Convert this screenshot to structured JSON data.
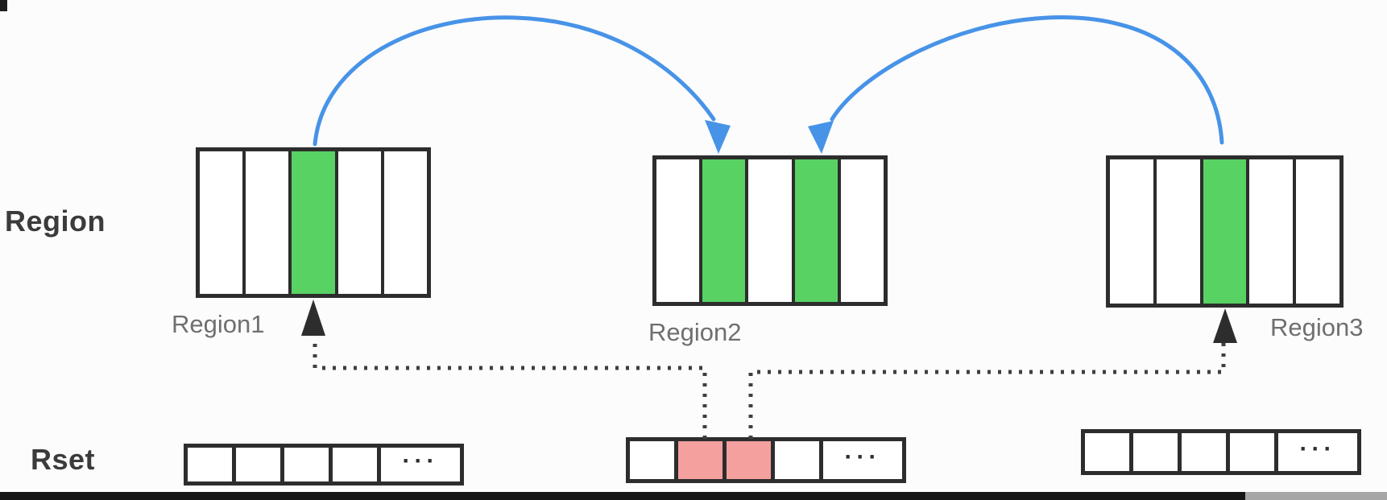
{
  "labels": {
    "region_axis": "Region",
    "rset_axis": "Rset"
  },
  "glyphs": {
    "ellipsis": "···"
  },
  "regions": [
    {
      "label": "Region1",
      "cells": [
        "empty",
        "empty",
        "live",
        "empty",
        "empty"
      ]
    },
    {
      "label": "Region2",
      "cells": [
        "empty",
        "live",
        "empty",
        "live",
        "empty"
      ]
    },
    {
      "label": "Region3",
      "cells": [
        "empty",
        "empty",
        "live",
        "empty",
        "empty"
      ]
    }
  ],
  "rsets": [
    {
      "owner": "Region1",
      "cells": [
        "empty",
        "empty",
        "empty",
        "empty",
        "more"
      ]
    },
    {
      "owner": "Region2",
      "cells": [
        "empty",
        "ref",
        "ref",
        "empty",
        "more"
      ]
    },
    {
      "owner": "Region3",
      "cells": [
        "empty",
        "empty",
        "empty",
        "empty",
        "more"
      ]
    }
  ],
  "arrows": [
    {
      "type": "blue-curve",
      "from": "Region1 live cell",
      "to": "Region2 live cell 1"
    },
    {
      "type": "blue-curve",
      "from": "Region3 live cell",
      "to": "Region2 live cell 2"
    },
    {
      "type": "dotted",
      "from": "Region2 Rset entry 1",
      "to": "Region1 live cell"
    },
    {
      "type": "dotted",
      "from": "Region2 Rset entry 2",
      "to": "Region3 live cell"
    }
  ],
  "colors": {
    "bg": "#fcfcfc",
    "ink": "#2d2d2d",
    "green": "#58d263",
    "pink": "#f4a09f",
    "blue": "#4793e8",
    "dot": "#3f3f3f",
    "label_dark": "#3b3b3b",
    "label_grey": "#6f6f6f"
  }
}
